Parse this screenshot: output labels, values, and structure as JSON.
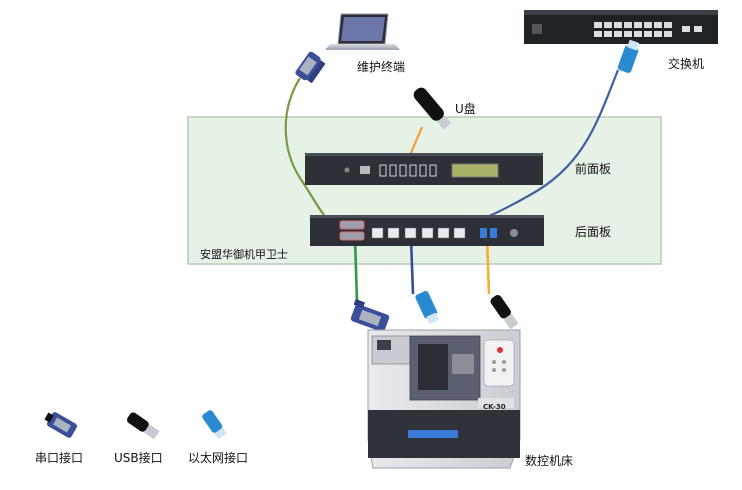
{
  "labels": {
    "terminal": "维护终端",
    "switch": "交换机",
    "usb_disk": "U盘",
    "front_panel": "前面板",
    "rear_panel": "后面板",
    "guard": "安盟华御机甲卫士",
    "cnc": "数控机床",
    "cnc_model": "CK-30",
    "legend_serial": "串口接口",
    "legend_usb": "USB接口",
    "legend_ethernet": "以太网接口"
  },
  "colors": {
    "guard_box_fill": "#e7f2e6",
    "guard_box_border": "#b9c9b8",
    "serial_cable_green": "#7a9a48",
    "ethernet_cable_blue": "#3e5fa0",
    "usb_cable_orange": "#f0a030",
    "serial_drop_green": "#2e9a4a",
    "ethernet_drop_blue": "#2f4f9a",
    "usb_drop_orange": "#f2b030"
  },
  "icons": {
    "terminal": "laptop-icon",
    "switch": "network-switch-icon",
    "usb_disk": "usb-flash-drive-icon",
    "cnc": "cnc-lathe-icon",
    "serial": "db9-connector-icon",
    "usb": "usb-plug-icon",
    "ethernet": "rj45-plug-icon"
  }
}
